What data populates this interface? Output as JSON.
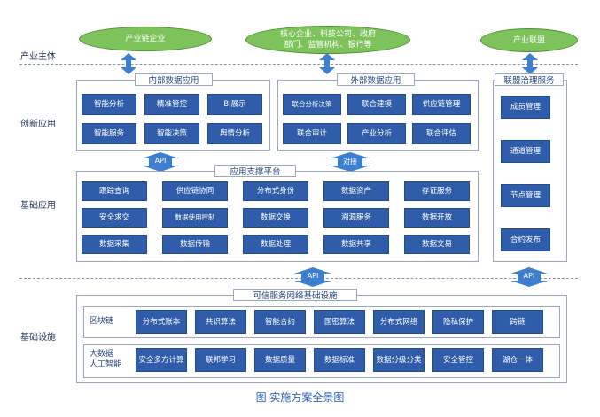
{
  "rows": {
    "industry": "产业主体",
    "innovation": "创新应用",
    "basic_app": "基础应用",
    "infrastructure": "基础设施"
  },
  "entities": {
    "left": "产业链企业",
    "middle_line1": "核心企业、科技公司、政府",
    "middle_line2": "部门、监管机构、银行等",
    "right": "产业联盟"
  },
  "internal": {
    "title": "内部数据应用",
    "items": [
      "智能分析",
      "精准管控",
      "BI展示",
      "智能服务",
      "智能决策",
      "舆情分析"
    ]
  },
  "external": {
    "title": "外部数据应用",
    "items": [
      "联合分析决策",
      "联合建模",
      "供应链管理",
      "联合审计",
      "产业分析",
      "联合评估"
    ]
  },
  "governance": {
    "title": "联盟治理服务",
    "items": [
      "成员管理",
      "通道管理",
      "节点管理",
      "合约发布"
    ]
  },
  "arrows": {
    "api_upper": "API",
    "docking": "对接",
    "api_lower": "API",
    "api_right": "API"
  },
  "support": {
    "title": "应用支撑平台",
    "items": [
      "跟踪查询",
      "供应链协同",
      "分布式身份",
      "数据资产",
      "存证服务",
      "安全求交",
      "数据使用控制",
      "数据交换",
      "溯源服务",
      "数据开放",
      "数据采集",
      "数据传输",
      "数据处理",
      "数据共享",
      "数据交易"
    ]
  },
  "trusted": {
    "title": "可信服务网络基础设施",
    "blockchain_label": "区块链",
    "blockchain_items": [
      "分布式账本",
      "共识算法",
      "智能合约",
      "国密算法",
      "分布式网络",
      "隐私保护",
      "跨链"
    ],
    "bigdata_label_1": "大数据",
    "bigdata_label_2": "人工智能",
    "bigdata_items": [
      "安全多方计算",
      "联邦学习",
      "数据质量",
      "数据标准",
      "数据分级分类",
      "安全管控",
      "湖仓一体"
    ]
  },
  "caption": "图 实施方案全景图",
  "colors": {
    "box_blue": "#2f5daa",
    "ellipse_green": "#7dc25a",
    "arrow_blue": "#3c7fd1"
  }
}
